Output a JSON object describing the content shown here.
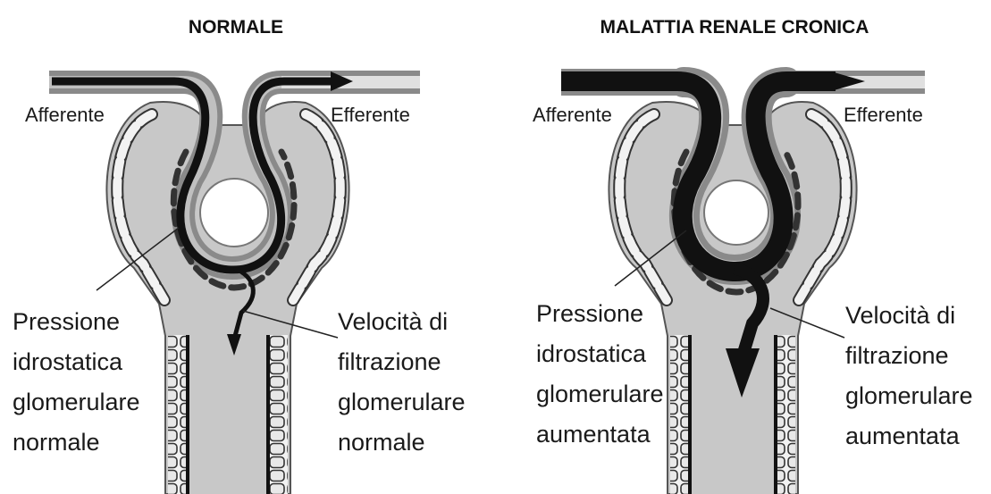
{
  "panels": [
    {
      "title": "NORMALE",
      "afferent": "Afferente",
      "efferent": "Efferente",
      "left_label": [
        "Pressione",
        "idrostatica",
        "glomerulare",
        "normale"
      ],
      "right_label": [
        "Velocità di",
        "filtrazione",
        "glomerulare",
        "normale"
      ]
    },
    {
      "title": "MALATTIA RENALE CRONICA",
      "afferent": "Afferente",
      "efferent": "Efferente",
      "left_label": [
        "Pressione",
        "idrostatica",
        "glomerulare",
        "aumentata"
      ],
      "right_label": [
        "Velocità di",
        "filtrazione",
        "glomerulare",
        "aumentata"
      ]
    }
  ],
  "colors": {
    "background": "#ffffff",
    "capsule_fill": "#c8c8c8",
    "vessel_lumen": "#bfbfbf",
    "vessel_wall": "#8a8a8a",
    "flow_arrow": "#111111",
    "cell_outline": "#333333",
    "cell_fill": "#f2f2f2"
  }
}
